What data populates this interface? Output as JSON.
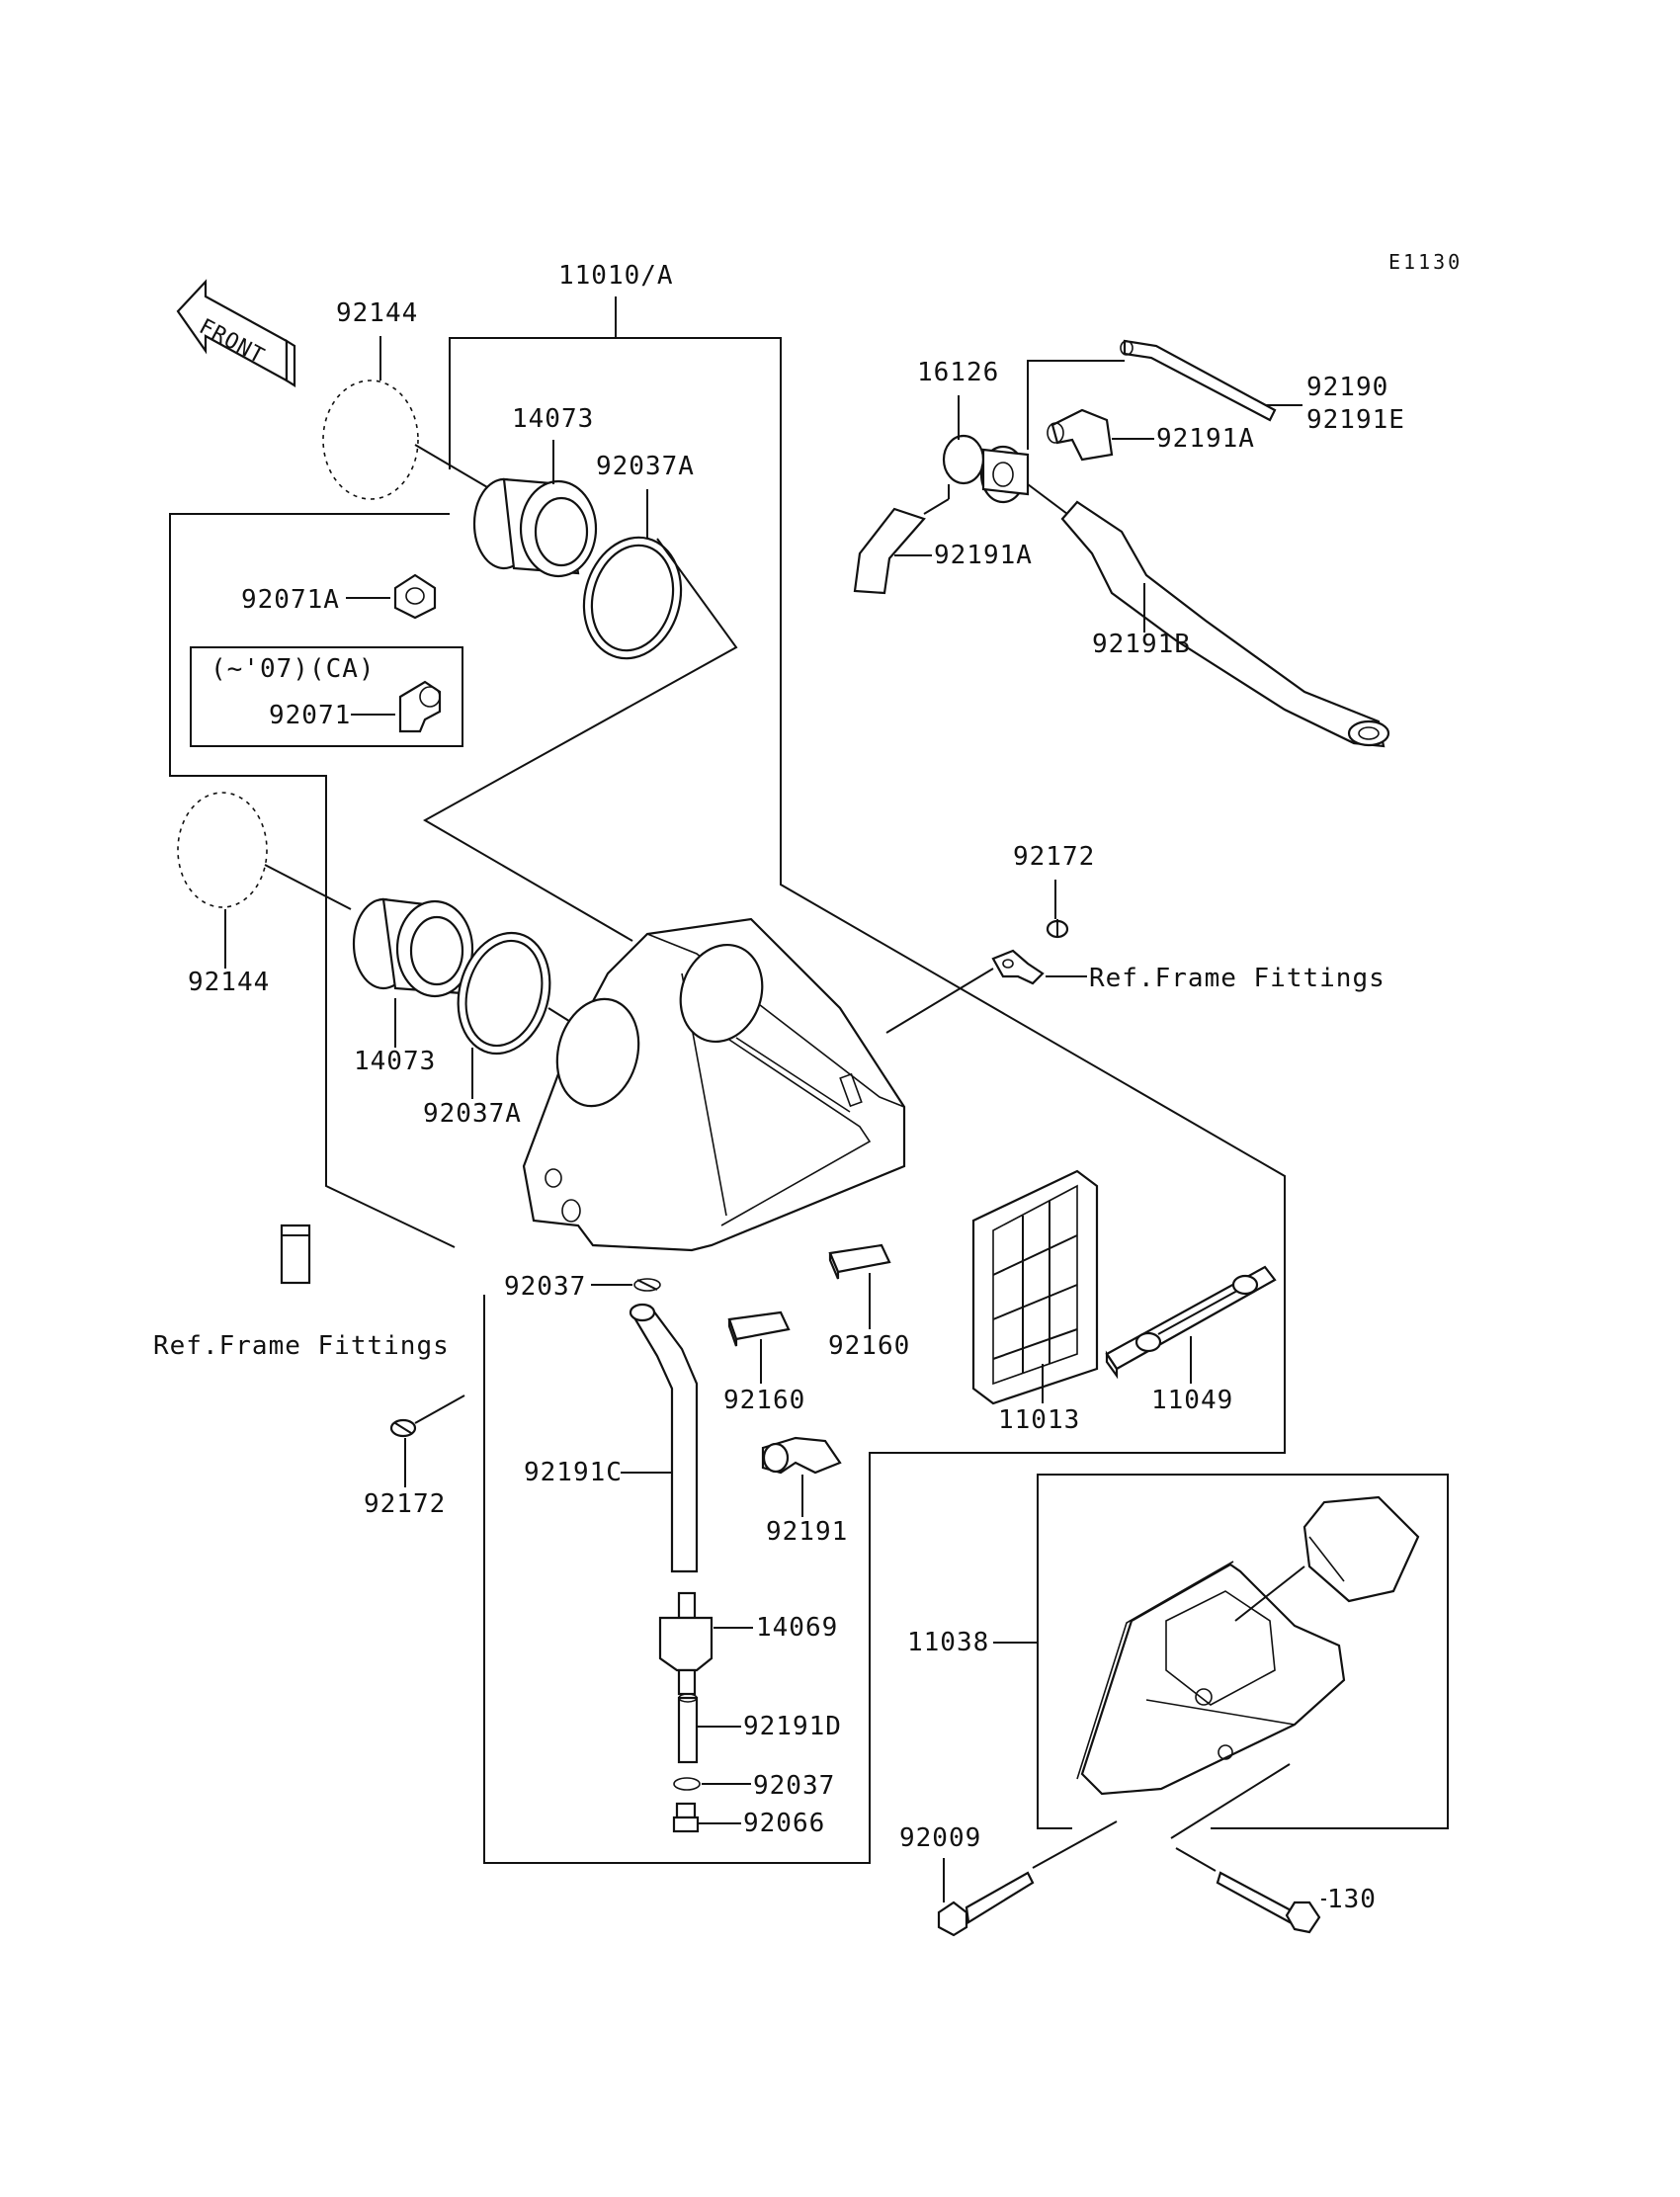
{
  "diagram_code": "E1130",
  "front_arrow_label": "FRONT",
  "labels": {
    "p11010A": "11010/A",
    "p92144_top": "92144",
    "p14073_top": "14073",
    "p92037A_top": "92037A",
    "p92071A": "92071A",
    "variant_note": "(~'07)(CA)",
    "p92071": "92071",
    "p92144_left": "92144",
    "p14073_left": "14073",
    "p92037A_left": "92037A",
    "p16126": "16126",
    "p92190": "92190",
    "p92191E": "92191E",
    "p92191A_right": "92191A",
    "p92191A_left": "92191A",
    "p92191B": "92191B",
    "p92172_top": "92172",
    "ref_frame_right": "Ref.Frame Fittings",
    "ref_frame_left": "Ref.Frame Fittings",
    "p92037_top": "92037",
    "p92160_left": "92160",
    "p92160_right": "92160",
    "p11013": "11013",
    "p11049": "11049",
    "p92172_bottom": "92172",
    "p92191C": "92191C",
    "p92191": "92191",
    "p14069": "14069",
    "p92191D": "92191D",
    "p92037_bottom": "92037",
    "p92066": "92066",
    "p11038": "11038",
    "p92009": "92009",
    "p130": "130"
  },
  "icons": [
    "front-direction-arrow-icon",
    "hose-clamp-icon",
    "air-filter-element-icon",
    "air-cleaner-housing-icon"
  ]
}
